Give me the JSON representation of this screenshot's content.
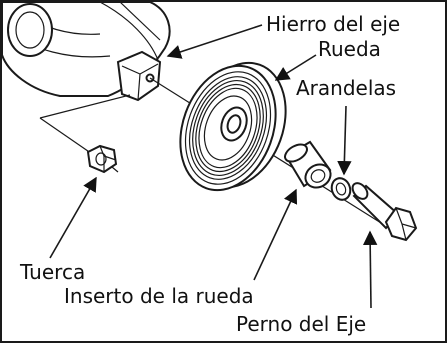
{
  "labels": {
    "axle_bracket": "Hierro del eje",
    "wheel": "Rueda",
    "washers": "Arandelas",
    "nut": "Tuerca",
    "wheel_insert": "Inserto de la rueda",
    "axle_bolt": "Perno del Eje"
  }
}
